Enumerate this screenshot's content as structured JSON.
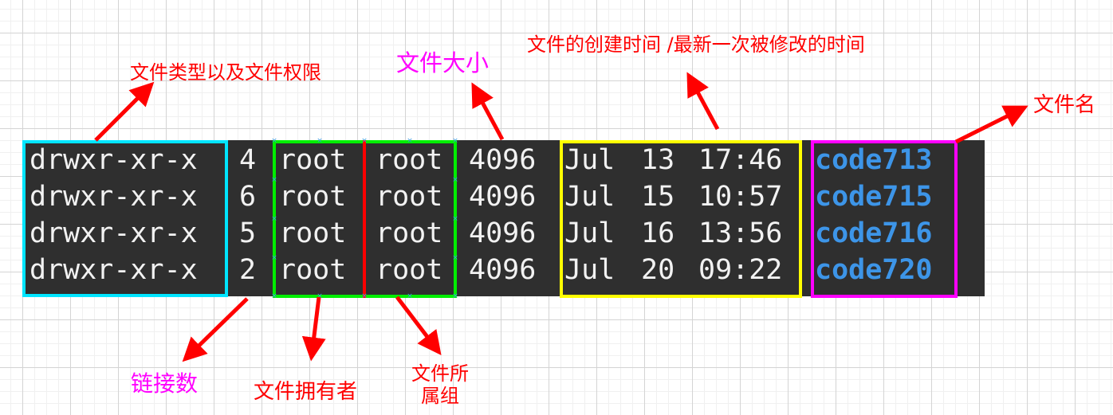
{
  "terminal": {
    "rows": [
      {
        "permissions": "drwxr-xr-x",
        "links": "4",
        "owner": "root",
        "group": "root",
        "size": "4096",
        "month": "Jul",
        "day": "13",
        "time": "17:46",
        "name": "code713"
      },
      {
        "permissions": "drwxr-xr-x",
        "links": "6",
        "owner": "root",
        "group": "root",
        "size": "4096",
        "month": "Jul",
        "day": "15",
        "time": "10:57",
        "name": "code715"
      },
      {
        "permissions": "drwxr-xr-x",
        "links": "5",
        "owner": "root",
        "group": "root",
        "size": "4096",
        "month": "Jul",
        "day": "16",
        "time": "13:56",
        "name": "code716"
      },
      {
        "permissions": "drwxr-xr-x",
        "links": "2",
        "owner": "root",
        "group": "root",
        "size": "4096",
        "month": "Jul",
        "day": "20",
        "time": "09:22",
        "name": "code720"
      }
    ],
    "colors": {
      "background": "#2f2f2f",
      "text": "#f2f2f2",
      "filename": "#3d95e8"
    }
  },
  "annotations": {
    "file_type_permissions": {
      "text": "文件类型以及文件权限",
      "color": "#ff0000",
      "box_color": "#00e5ff"
    },
    "file_size": {
      "text": "文件大小",
      "color": "#ff00ff"
    },
    "time": {
      "text": "文件的创建时间 /最新一次被修改的时间",
      "color": "#ff0000",
      "box_color": "#ffff00"
    },
    "file_name": {
      "text": "文件名",
      "color": "#ff0000",
      "box_color": "#ff00ff"
    },
    "link_count": {
      "text": "链接数",
      "color": "#ff00ff"
    },
    "owner": {
      "text": "文件拥有者",
      "color": "#ff0000",
      "box_color": "#00ee00"
    },
    "group": {
      "text_line1": "文件所",
      "text_line2": "属组",
      "color": "#ff0000",
      "divider_color": "#ff0000"
    }
  },
  "arrow_color": "#ff0000"
}
